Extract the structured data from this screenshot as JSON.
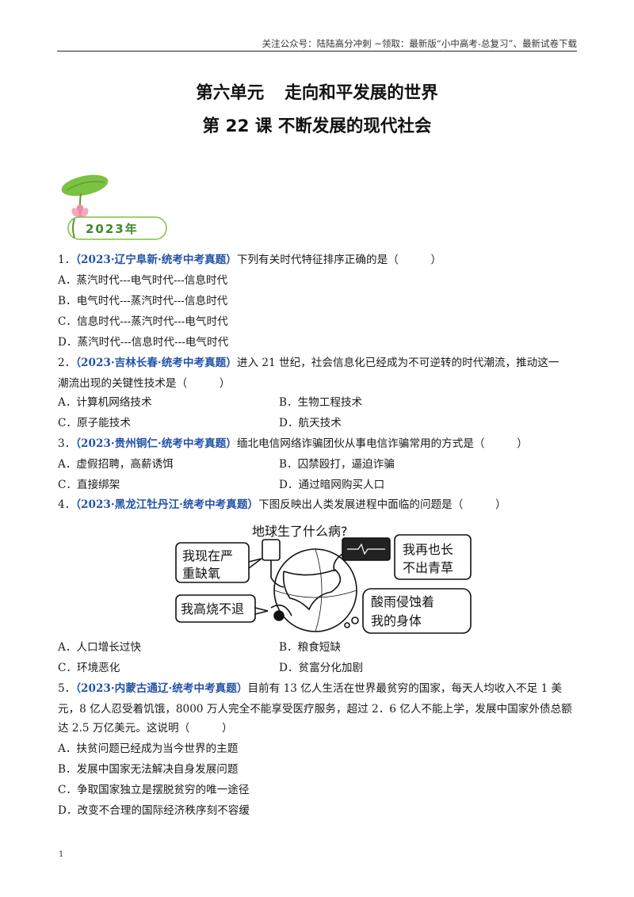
{
  "header": {
    "text": "关注公众号：陆陆高分冲刺  ~领取：最新版“小中高考-总复习”、最新试卷下载"
  },
  "unit_title": {
    "part1": "第六单元",
    "part2": "走向和平发展的世界"
  },
  "lesson_title": "第 22 课  不断发展的现代社会",
  "year_badge": "2023年",
  "questions": [
    {
      "num": "1．",
      "source": "（2023·辽宁阜新·统考中考真题）",
      "stem": "下列有关时代特征排序正确的是（　　　）",
      "options": [
        "A．蒸汽时代---电气时代---信息时代",
        "B．电气时代---蒸汽时代---信息时代",
        "C．信息时代---蒸汽时代---电气时代",
        "D．蒸汽时代---信息时代---电气时代"
      ]
    },
    {
      "num": "2．",
      "source": "（2023·吉林长春·统考中考真题）",
      "stem_line1": "进入 21 世纪，社会信息化已经成为不可逆转的时代潮流，推动这一",
      "stem_line2": "潮流出现的关键性技术是（　　　）",
      "options": [
        "A．计算机网络技术",
        "B．生物工程技术",
        "C．原子能技术",
        "D．航天技术"
      ]
    },
    {
      "num": "3．",
      "source": "（2023·贵州铜仁·统考中考真题）",
      "stem": "缅北电信网络诈骗团伙从事电信诈骗常用的方式是（　　　）",
      "options": [
        "A．虚假招聘，高薪诱饵",
        "B．囚禁殴打，逼迫诈骗",
        "C．直接绑架",
        "D．通过暗网购买人口"
      ]
    },
    {
      "num": "4．",
      "source": "（2023·黑龙江牡丹江·统考中考真题）",
      "stem": "下图反映出人类发展进程中面临的问题是（　　　）",
      "figure": {
        "caption": "地球生了什么病?",
        "bubble_tl_1": "我现在严",
        "bubble_tl_2": "重缺氧",
        "bubble_tr_1": "我再也长",
        "bubble_tr_2": "不出青草",
        "bubble_bl": "我高烧不退",
        "bubble_br_1": "酸雨侵蚀着",
        "bubble_br_2": "我的身体"
      },
      "options": [
        "A．人口增长过快",
        "B．粮食短缺",
        "C．环境恶化",
        "D．贫富分化加剧"
      ]
    },
    {
      "num": "5．",
      "source": "（2023·内蒙古通辽·统考中考真题）",
      "stem_line1": "目前有 13 亿人生活在世界最贫穷的国家，每天人均收入不足 1 美",
      "stem_line2": "元，8 亿人忍受着饥饿，8000 万人完全不能享受医疗服务，超过 2．6 亿人不能上学，发展中国家外债总额",
      "stem_line3": "达 2.5 万亿美元。这说明（　　　）",
      "options": [
        "A．扶贫问题已经成为当今世界的主题",
        "B．发展中国家无法解决自身发展问题",
        "C．争取国家独立是摆脱贫穷的唯一途径",
        "D．改变不合理的国际经济秩序刻不容缓"
      ]
    }
  ],
  "page_number": "1"
}
